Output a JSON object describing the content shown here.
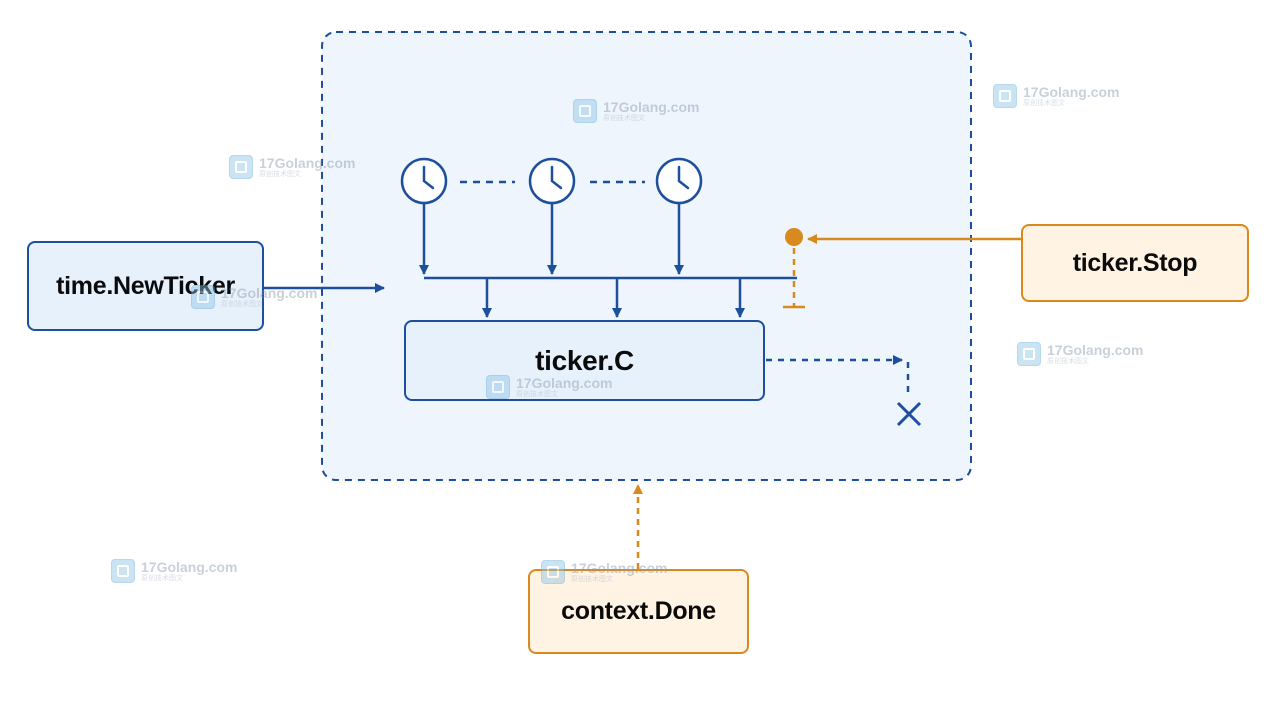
{
  "nodes": {
    "new_ticker": "time.NewTicker",
    "ticker_c": "ticker.C",
    "ticker_stop": "ticker.Stop",
    "context_done": "context.Done"
  },
  "watermark": {
    "site": "17Golang.com",
    "tagline": "原创技术图文"
  },
  "colors": {
    "primary_blue": "#1d4f9c",
    "accent_orange": "#d88a1e",
    "container_fill": "#eef5fd",
    "blue_box_fill": "#e7f1fc",
    "orange_box_fill": "#fff3e3"
  },
  "icons": [
    "clock-icon",
    "clock-icon",
    "clock-icon",
    "cross-icon",
    "stop-dot-icon"
  ]
}
